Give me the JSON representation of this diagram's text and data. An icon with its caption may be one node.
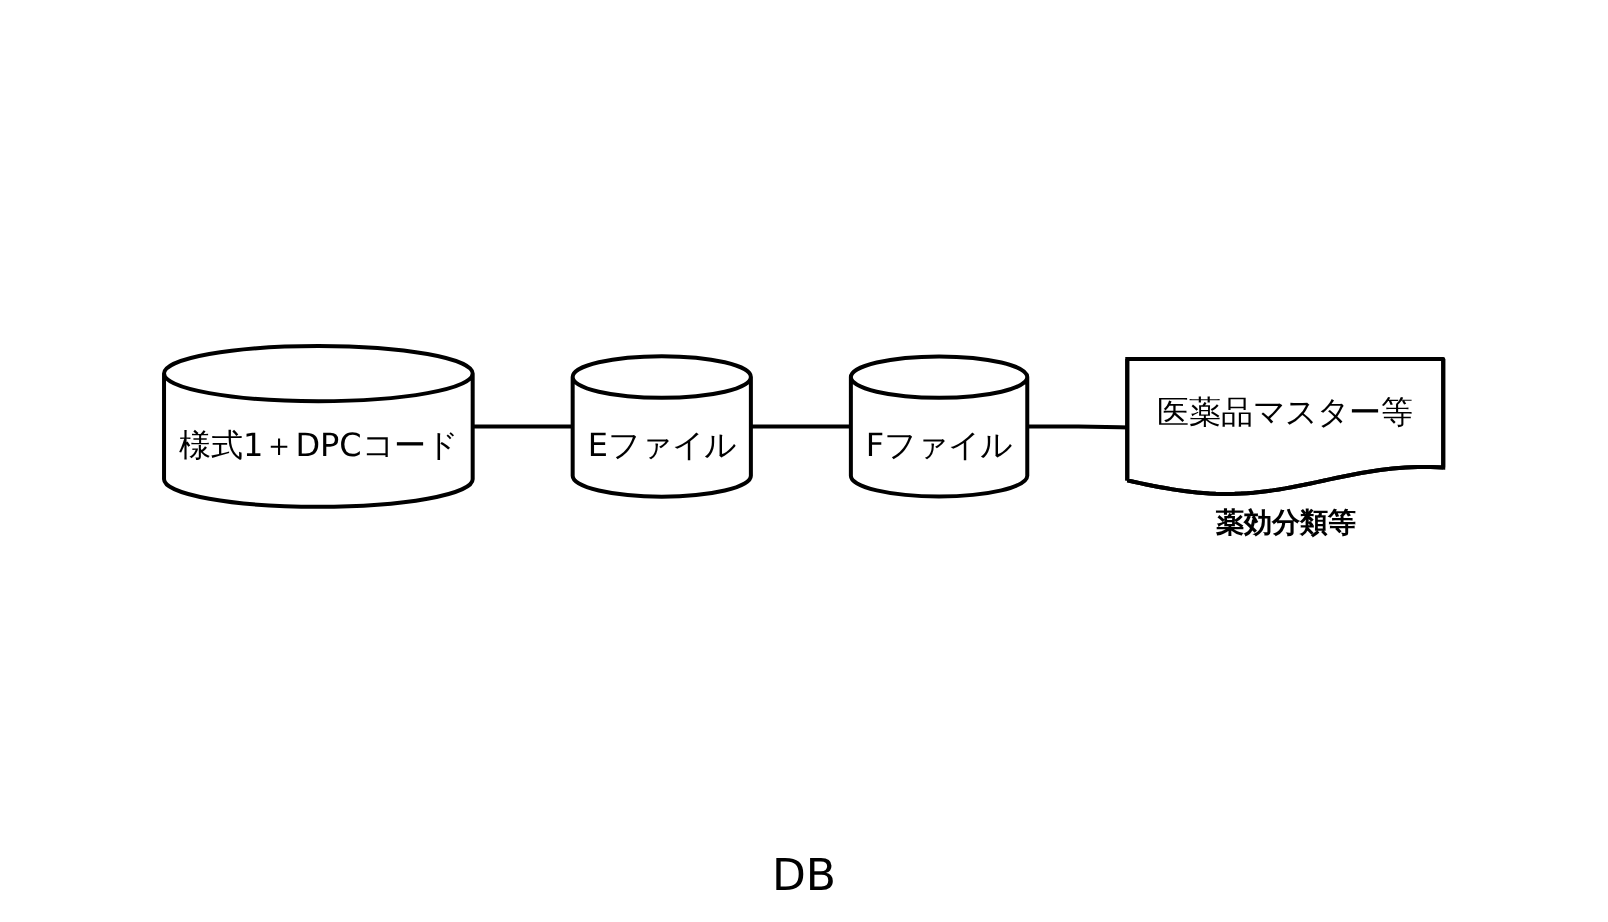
{
  "diagram": {
    "nodes": [
      {
        "text": [
          "様式1＋DPCコード"
        ]
      },
      {
        "text": [
          "Eファイル"
        ]
      },
      {
        "text": [
          "Fファイル"
        ]
      },
      {
        "text": [
          "医薬品マスター等"
        ],
        "beside": [
          "薬効分類等"
        ]
      }
    ],
    "edges": [
      {
        "from": 0,
        "to": 1,
        "arrow": "none"
      },
      {
        "from": 1,
        "to": 2,
        "arrow": "none"
      },
      {
        "from": 2,
        "to": 3,
        "arrow": "none"
      }
    ],
    "labels": [
      "DB"
    ]
  }
}
